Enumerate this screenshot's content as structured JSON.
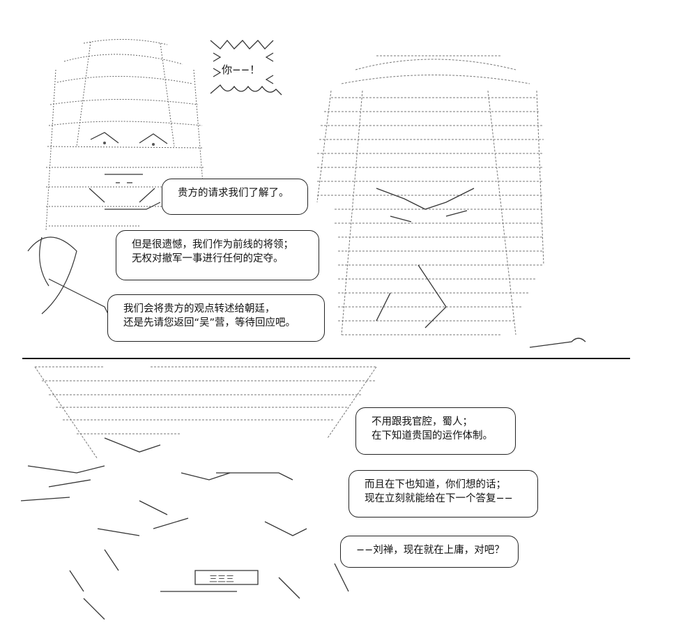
{
  "top_panel": {
    "shout": "你−−！",
    "bubbles": [
      {
        "lines": [
          "贵方的请求我们了解了。"
        ]
      },
      {
        "lines": [
          "但是很遗憾，我们作为前线的将领；",
          "无权对撤军一事进行任何的定夺。"
        ]
      },
      {
        "lines": [
          "我们会将贵方的观点转述给朝廷，",
          "还是先请您返回“吴”营，等待回应吧。"
        ]
      }
    ]
  },
  "bottom_panel": {
    "bubbles": [
      {
        "lines": [
          "不用跟我官腔，蜀人；",
          "在下知道贵国的运作体制。"
        ]
      },
      {
        "lines": [
          "而且在下也知道，你们想的话；",
          "现在立刻就能给在下一个答复−−"
        ]
      },
      {
        "lines": [
          "−−刘禅，现在就在上庸，对吧？"
        ]
      }
    ]
  }
}
